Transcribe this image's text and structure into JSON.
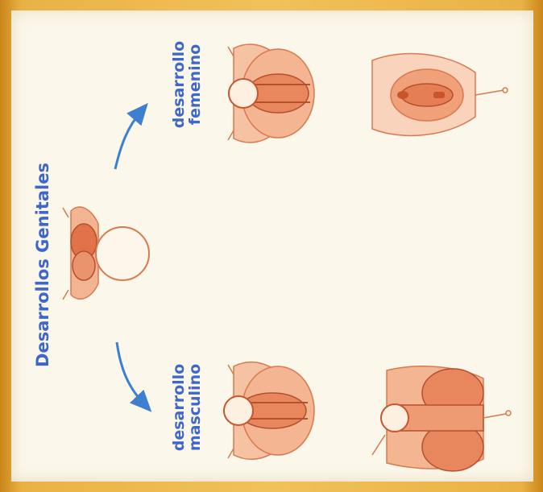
{
  "title": "Desarrollos Genitales",
  "female_label": [
    "desarrollo",
    "femenino"
  ],
  "male_label": [
    "desarrollo",
    "masculino"
  ],
  "colors": {
    "frame": "#e0a22a",
    "background": "#fbf7ea",
    "text": "#3f66c9",
    "arrow": "#3f7fd0",
    "tissue": "#e8875e",
    "tissue_dark": "#c9552d"
  }
}
